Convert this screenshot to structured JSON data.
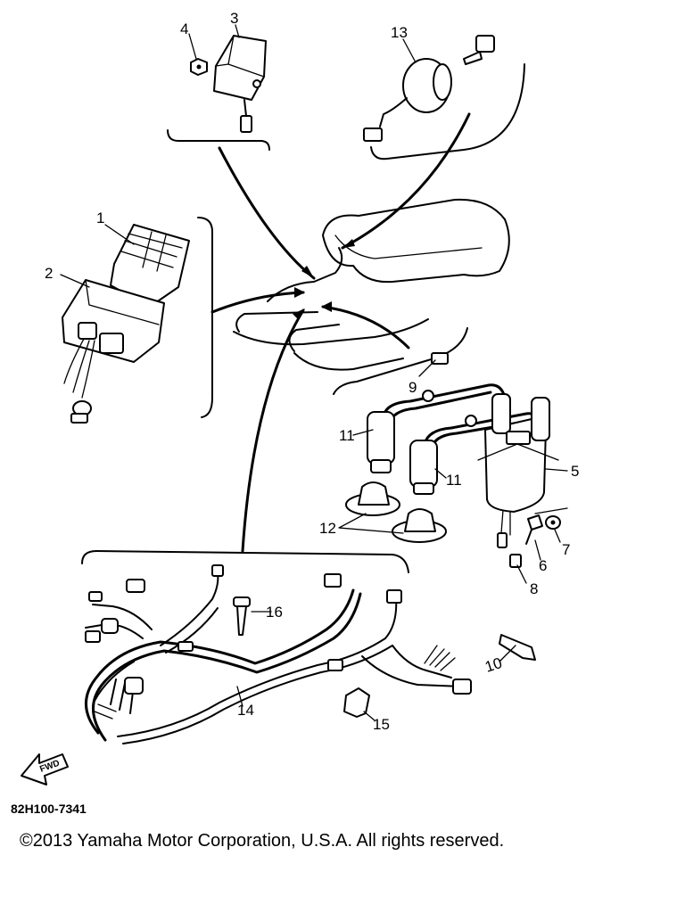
{
  "diagram": {
    "part_number_code": "82H100-7341",
    "forward_arrow_label": "FWD",
    "callouts": {
      "c1": "1",
      "c2": "2",
      "c3": "3",
      "c4": "4",
      "c5": "5",
      "c6": "6",
      "c7": "7",
      "c8": "8",
      "c9": "9",
      "c10": "10",
      "c11a": "11",
      "c11b": "11",
      "c12": "12",
      "c13": "13",
      "c14": "14",
      "c15": "15",
      "c16": "16"
    }
  },
  "footer": {
    "copyright": "©2013 Yamaha Motor Corporation, U.S.A. All rights reserved."
  }
}
